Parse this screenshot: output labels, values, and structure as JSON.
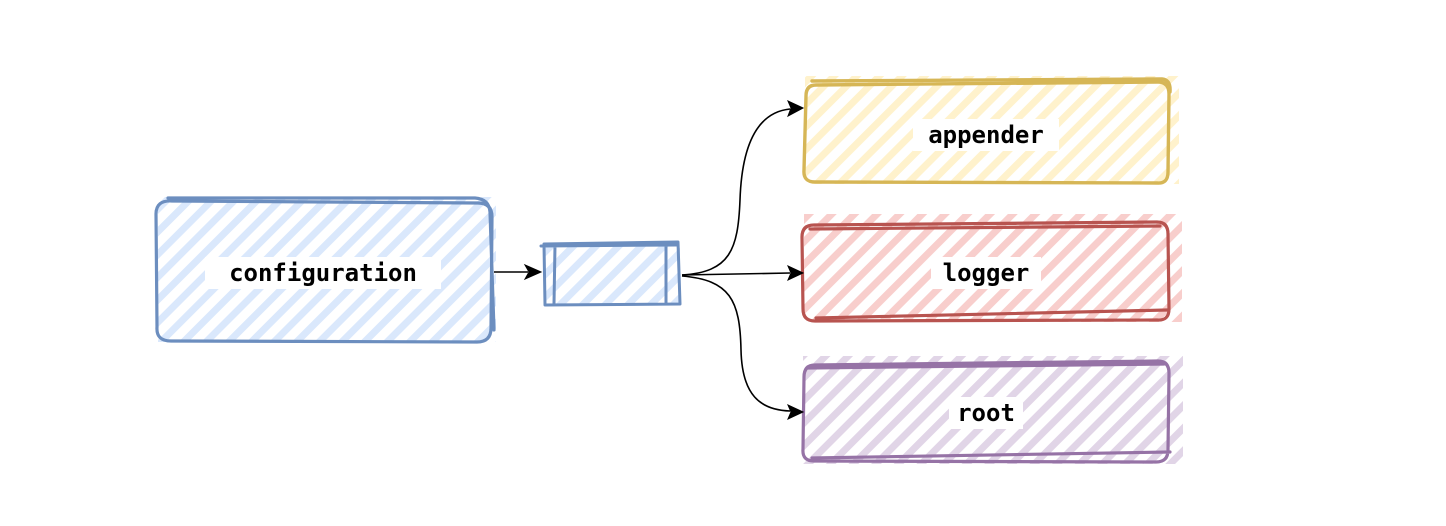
{
  "diagram": {
    "style": "sketch-hachure",
    "nodes": {
      "configuration": {
        "label": "configuration",
        "fill": "#dae8fc",
        "stroke": "#6c8ebf"
      },
      "connector": {
        "label": "",
        "fill": "#dae8fc",
        "stroke": "#6c8ebf"
      },
      "appender": {
        "label": "appender",
        "fill": "#fff2cc",
        "stroke": "#d6b656"
      },
      "logger": {
        "label": "logger",
        "fill": "#f8cecc",
        "stroke": "#b85450"
      },
      "root": {
        "label": "root",
        "fill": "#e1d5e7",
        "stroke": "#9673a6"
      }
    },
    "edges": [
      {
        "from": "configuration",
        "to": "connector"
      },
      {
        "from": "connector",
        "to": "appender"
      },
      {
        "from": "connector",
        "to": "logger"
      },
      {
        "from": "connector",
        "to": "root"
      }
    ]
  }
}
